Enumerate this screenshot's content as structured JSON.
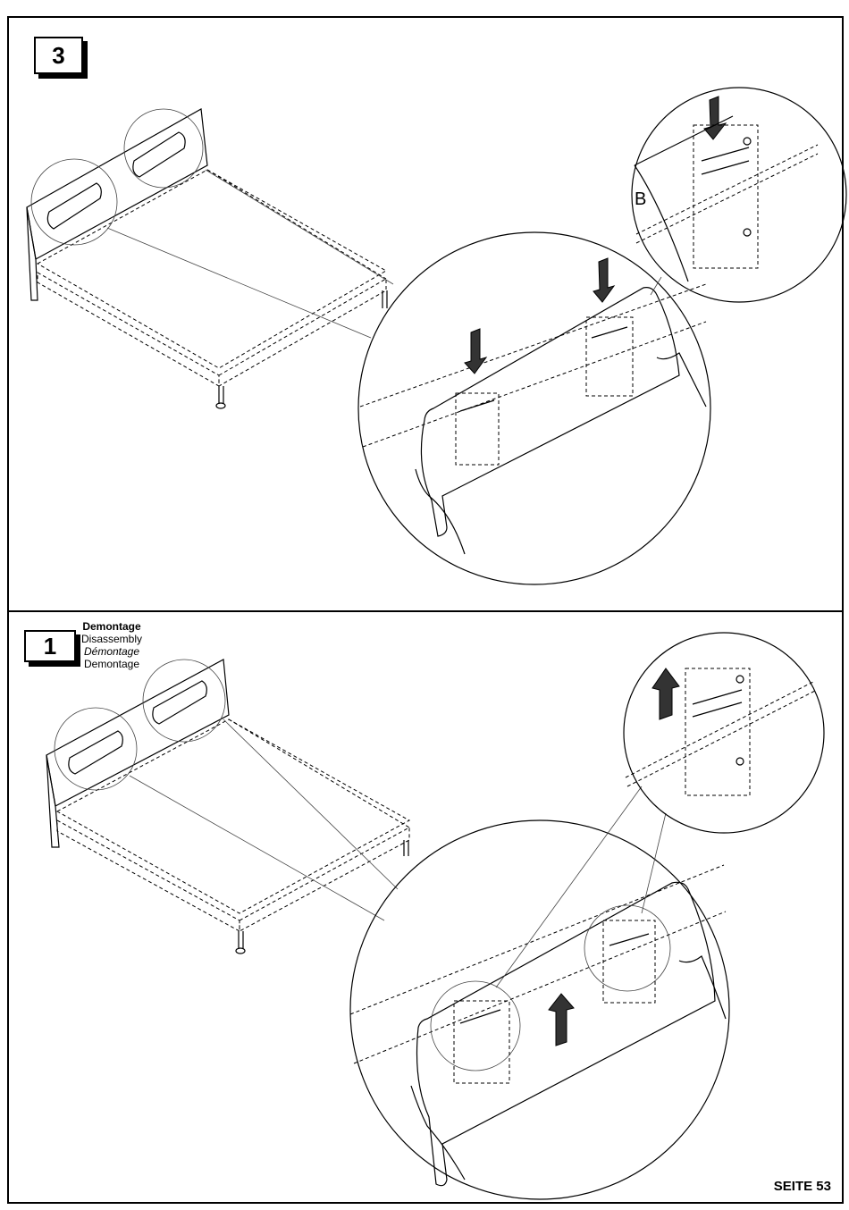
{
  "steps": [
    {
      "number": "3"
    },
    {
      "number": "1"
    }
  ],
  "disassembly_labels": {
    "de": "Demontage",
    "en": "Disassembly",
    "fr": "Démontage",
    "nl": "Demontage"
  },
  "callout_label": "B",
  "page_label": "SEITE 53",
  "icons": [
    "bed-frame-icon",
    "headboard-panel-icon",
    "bracket-icon",
    "arrow-down-icon",
    "arrow-up-icon",
    "hand-icon",
    "magnifier-circle-icon"
  ]
}
